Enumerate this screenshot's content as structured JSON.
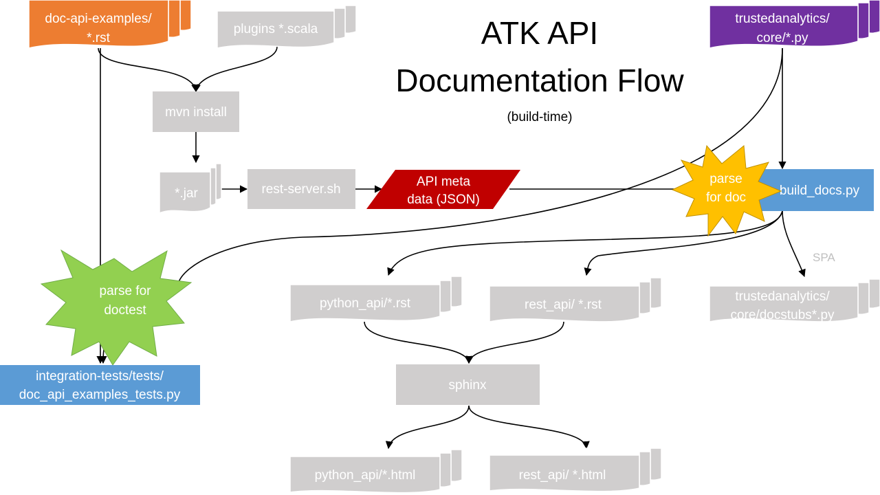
{
  "title": {
    "line1": "ATK API",
    "line2": "Documentation Flow",
    "subtitle": "(build-time)"
  },
  "nodes": {
    "doc_api_examples": {
      "line1": "doc-api-examples/",
      "line2": "*.rst",
      "color": "#ED7D31"
    },
    "plugins_scala": {
      "label": "plugins *.scala",
      "color": "#D0CECE"
    },
    "trustedanalytics_core_py": {
      "line1": "trustedanalytics/",
      "line2": "core/*.py",
      "color": "#7030A0"
    },
    "mvn_install": {
      "label": "mvn install",
      "color": "#D0CECE"
    },
    "jar": {
      "label": "*.jar",
      "color": "#D0CECE"
    },
    "rest_server": {
      "label": "rest-server.sh",
      "color": "#D0CECE"
    },
    "api_meta_data": {
      "line1": "API meta",
      "line2": "data (JSON)",
      "color": "#C00000"
    },
    "build_docs": {
      "label": "build_docs.py",
      "color": "#5B9BD5"
    },
    "parse_for_doc": {
      "line1": "parse",
      "line2": "for doc",
      "color": "#FFC000"
    },
    "parse_for_doctest": {
      "line1": "parse for",
      "line2": "doctest",
      "color": "#92D050"
    },
    "python_api_rst": {
      "label": "python_api/*.rst",
      "color": "#D0CECE"
    },
    "rest_api_rst": {
      "label": "rest_api/ *.rst",
      "color": "#D0CECE"
    },
    "docstubs": {
      "line1": "trustedanalytics/",
      "line2": "core/docstubs*.py",
      "color": "#D0CECE"
    },
    "spa_label": {
      "label": "SPA"
    },
    "sphinx": {
      "label": "sphinx",
      "color": "#D0CECE"
    },
    "integration_tests": {
      "line1": "integration-tests/tests/",
      "line2": "doc_api_examples_tests.py",
      "color": "#5B9BD5"
    },
    "python_api_html": {
      "label": "python_api/*.html",
      "color": "#D0CECE"
    },
    "rest_api_html": {
      "label": "rest_api/ *.html",
      "color": "#D0CECE"
    }
  }
}
